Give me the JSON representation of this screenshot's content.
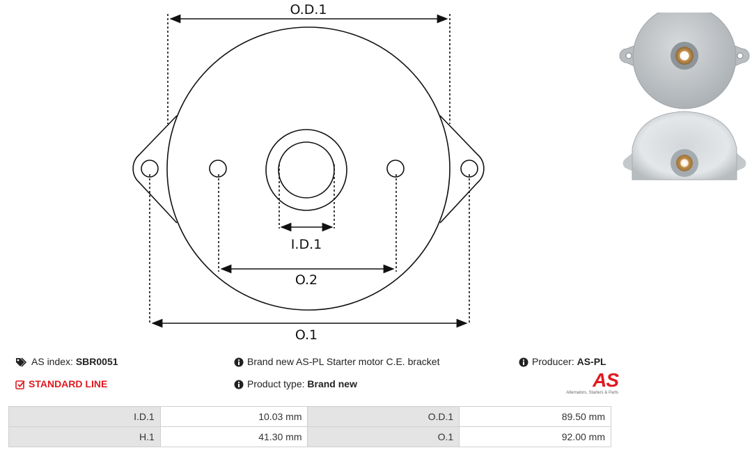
{
  "drawing": {
    "labels": {
      "od1": "O.D.1",
      "id1": "I.D.1",
      "o2": "O.2",
      "o1": "O.1"
    }
  },
  "info": {
    "as_index_label": "AS index:",
    "as_index_value": "SBR0051",
    "standard_line": "STANDARD LINE",
    "description": "Brand new AS-PL Starter motor C.E. bracket",
    "product_type_label": "Product type:",
    "product_type_value": "Brand new",
    "producer_label": "Producer:",
    "producer_value": "AS-PL"
  },
  "logo": {
    "mark": "AS",
    "tagline": "Alternators, Starters & Parts"
  },
  "specs": [
    {
      "label1": "I.D.1",
      "value1": "10.03 mm",
      "label2": "O.D.1",
      "value2": "89.50 mm"
    },
    {
      "label1": "H.1",
      "value1": "41.30 mm",
      "label2": "O.1",
      "value2": "92.00 mm"
    }
  ],
  "colors": {
    "accent": "#e0191f",
    "label_bg": "#e4e4e4",
    "border": "#cfcfcf"
  },
  "icons": [
    "tags-icon",
    "info-circle-icon",
    "check-square-icon"
  ]
}
